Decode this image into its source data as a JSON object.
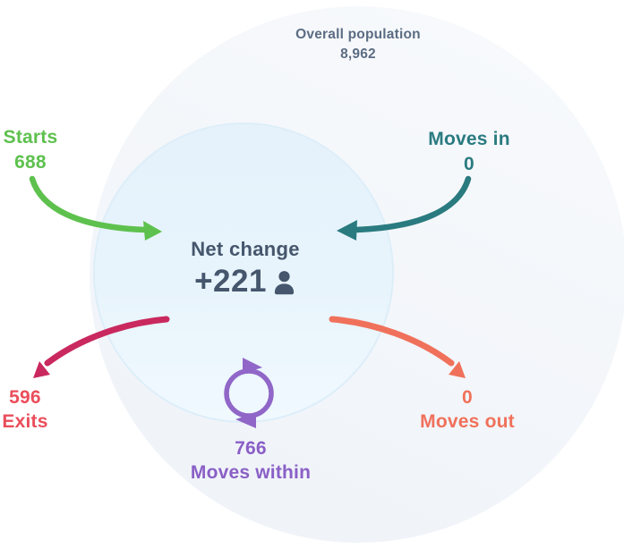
{
  "title": {
    "label": "Overall population",
    "value": "8,962"
  },
  "center": {
    "label": "Net change",
    "value": "+221"
  },
  "flows": {
    "starts": {
      "label": "Starts",
      "value": "688"
    },
    "moves_in": {
      "label": "Moves in",
      "value": "0"
    },
    "exits": {
      "label": "Exits",
      "value": "596"
    },
    "moves_out": {
      "label": "Moves out",
      "value": "0"
    },
    "moves_within": {
      "label": "Moves within",
      "value": "766"
    }
  },
  "colors": {
    "starts": "#5ec14e",
    "moves_in": "#2a7b80",
    "exits_text": "#ea4e5b",
    "exits_arrow": "#c9295e",
    "moves_out": "#f0715b",
    "moves_within_text": "#8a5fc6",
    "moves_within_icon": "#9067c8",
    "title_text": "#5b6c83",
    "net_change_text": "#45566d",
    "inner_circle_fill": "#e8f4fc",
    "outer_circle_fill": "#f4f7fa"
  }
}
